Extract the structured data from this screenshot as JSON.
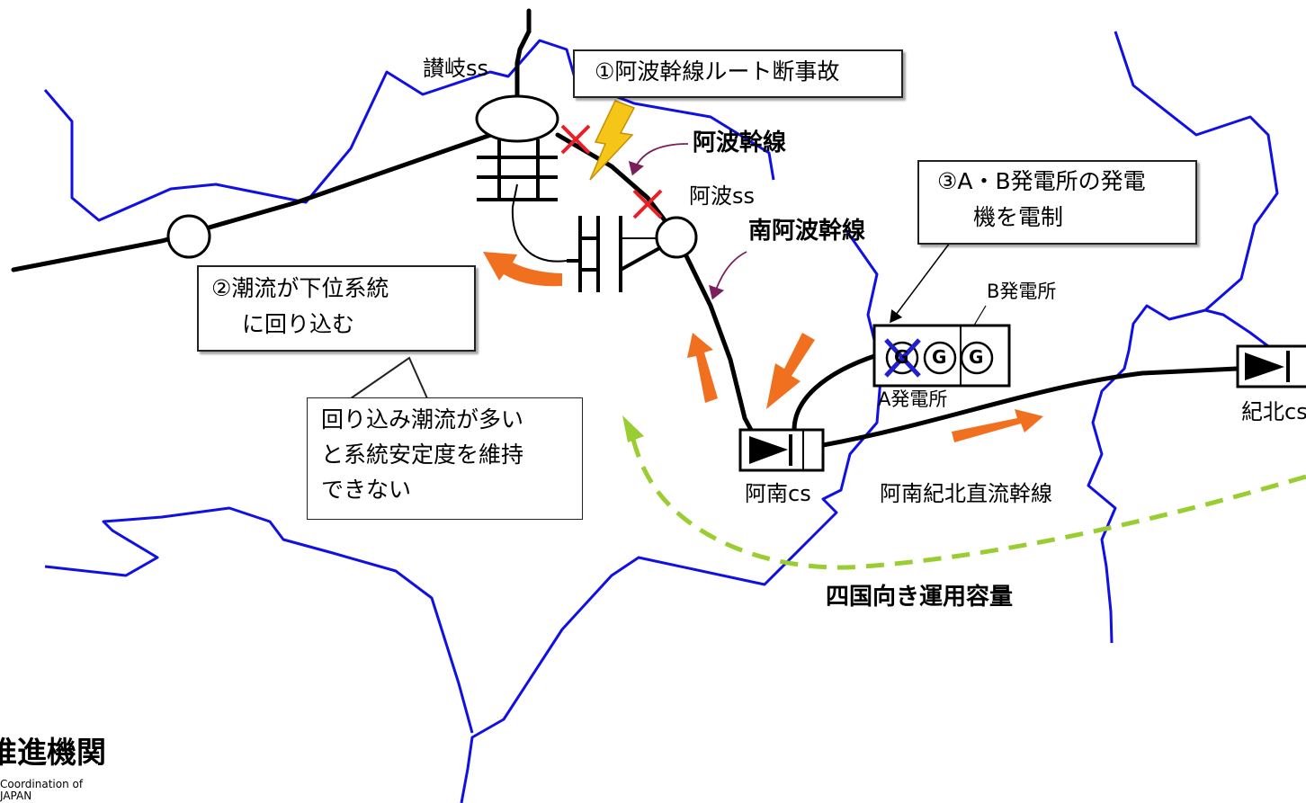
{
  "colors": {
    "coastline": "#1010e6",
    "line": "#000000",
    "fault": "#e8202a",
    "flow_arrow": "#f07020",
    "capacity_arrow": "#9acd32",
    "lightning": "#f5c518",
    "callout": "#7a1f5c",
    "gen_cross": "#2020d0"
  },
  "labels": {
    "sanuki_ss": "讃岐ss",
    "awa_ss": "阿波ss",
    "anan_cs": "阿南cs",
    "kihoku_cs": "紀北cs",
    "a_plant": "A発電所",
    "b_plant": "B発電所",
    "awa_trunk": "阿波幹線",
    "minami_awa_trunk": "南阿波幹線",
    "anan_kihoku_dc": "阿南紀北直流幹線",
    "shikoku_capacity": "四国向き運用容量",
    "logo_main": "推進機関",
    "logo_sub1": "Coordination of",
    "logo_sub2": "JAPAN",
    "gen_symbol": "G"
  },
  "boxes": {
    "event1": "①阿波幹線ルート断事故",
    "event2_line1": "②潮流が下位系統",
    "event2_line2": "に回り込む",
    "event3_line1": "③A・B発電所の発電",
    "event3_line2": "機を電制",
    "note_line1": "回り込み潮流が多い",
    "note_line2": "と系統安定度を維持",
    "note_line3": "できない"
  }
}
